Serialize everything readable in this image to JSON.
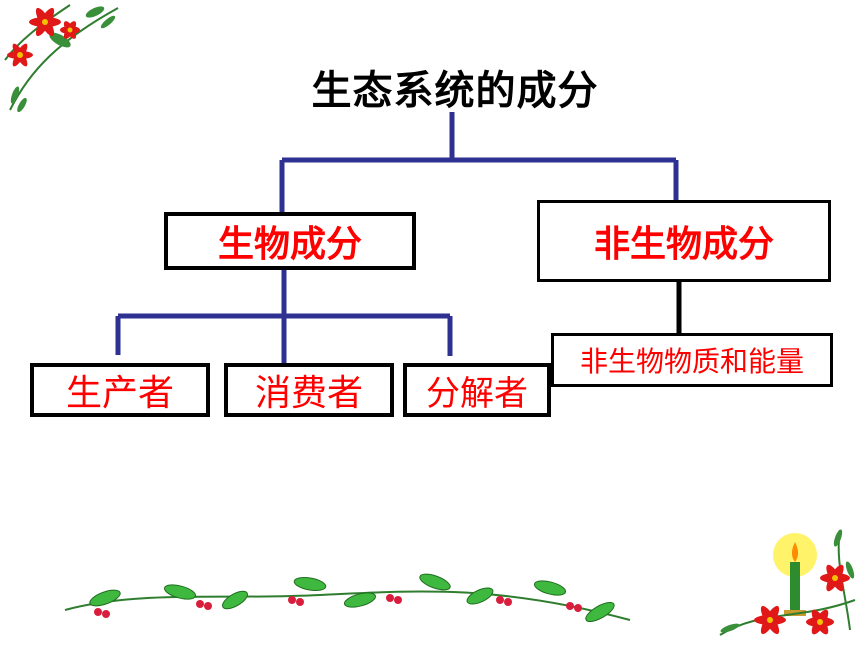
{
  "diagram": {
    "title": "生态系统的成分",
    "nodes": {
      "biotic": "生物成分",
      "abiotic": "非生物成分",
      "producer": "生产者",
      "consumer": "消费者",
      "decomposer": "分解者",
      "matter_energy": "非生物物质和能量"
    },
    "colors": {
      "connector": "#2e3192",
      "node_text": "#ff0000",
      "node_border": "#000000",
      "title_text": "#000000"
    }
  }
}
